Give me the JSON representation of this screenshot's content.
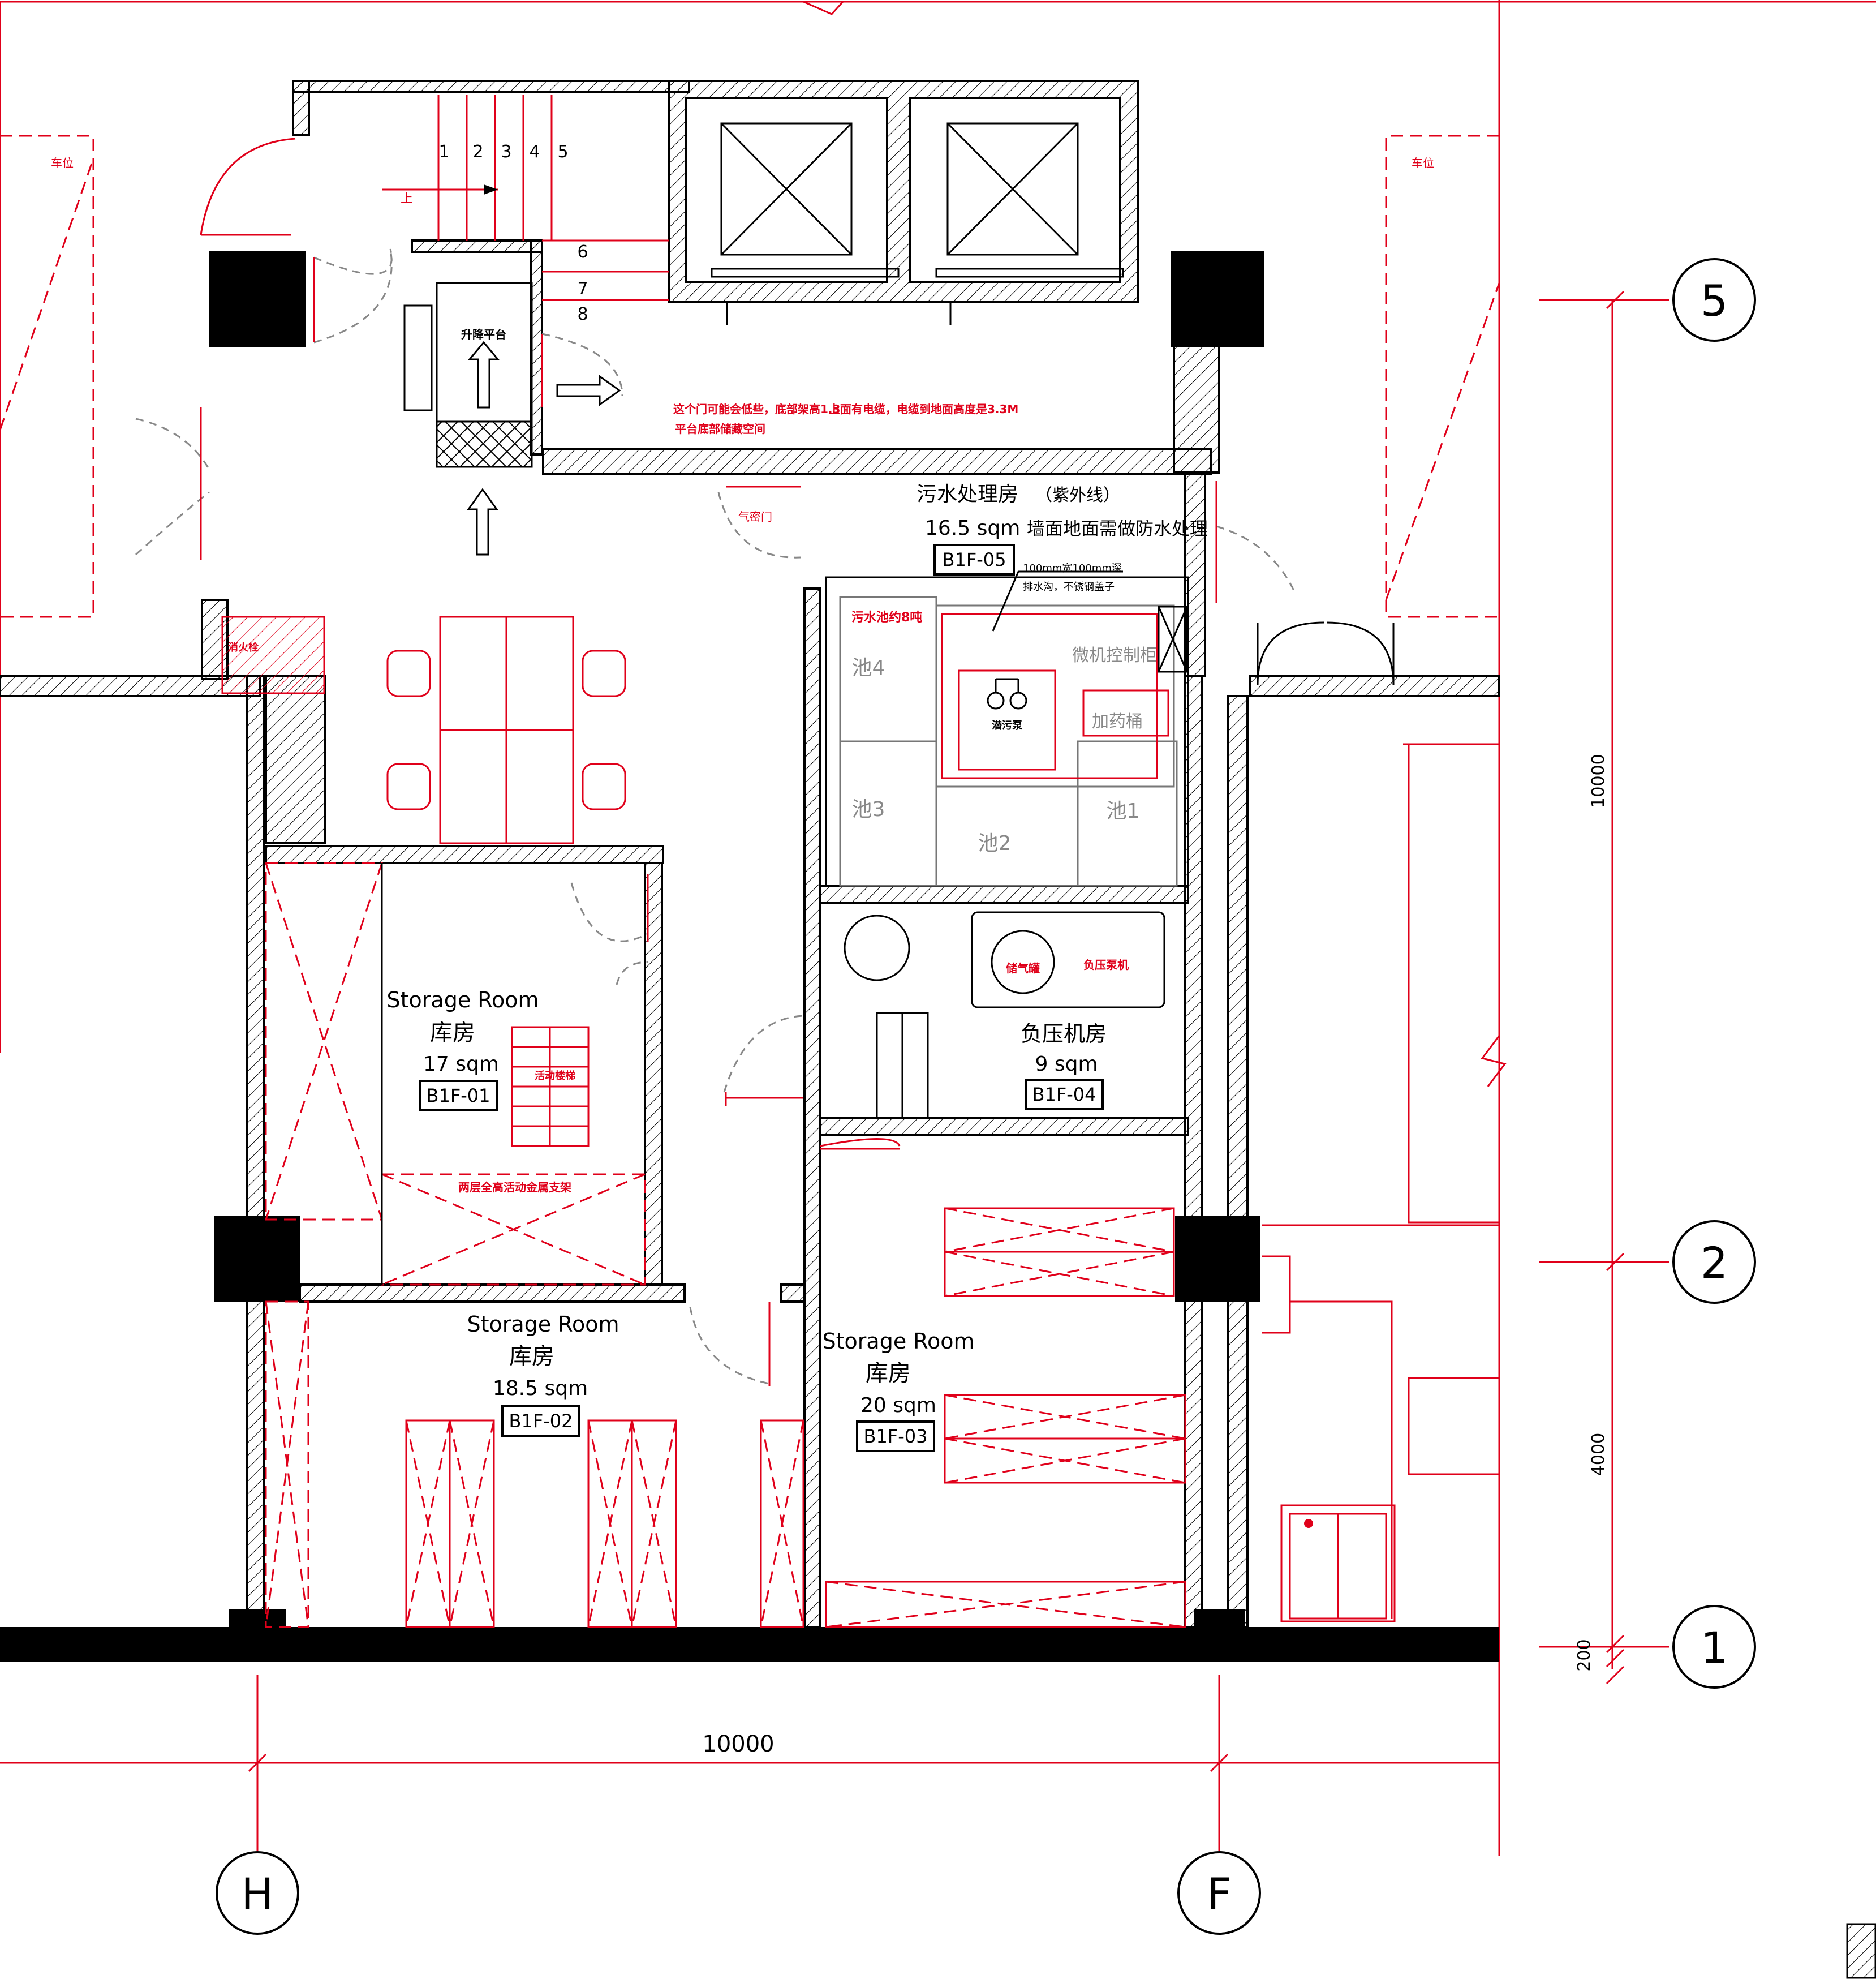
{
  "stairs": {
    "steps": [
      "1",
      "2",
      "3",
      "4",
      "5",
      "6",
      "7",
      "8"
    ],
    "up_label": "上",
    "lift_label": "升降平台"
  },
  "notes": {
    "door_note_1": "这个门可能会低些，底部架高1.3",
    "door_note_2": "上面有电缆",
    "door_note_3": "，电缆到地面高度是3.3M",
    "door_note_4": "平台底部储藏空间",
    "airtight_door": "气密门",
    "parking_left": "车位",
    "parking_right": "车位"
  },
  "sewage_room": {
    "title": "污水处理房",
    "uv": "（紫外线）",
    "area": "16.5 sqm",
    "waterproof": "墙面地面需做防水处理",
    "code": "B1F-05",
    "ditch_1": "100mm宽100mm深",
    "ditch_2": "排水沟，不锈钢盖子",
    "tank_8t": "污水池约8吨",
    "control_cabinet": "微机控制柜",
    "pump": "潜污泵",
    "dosing": "加药桶",
    "pool_1": "池1",
    "pool_2": "池2",
    "pool_3": "池3",
    "pool_4": "池4",
    "fire_box": "消火栓"
  },
  "negative_room": {
    "title": "负压机房",
    "area": "9 sqm",
    "code": "B1F-04",
    "oxygen": "储气罐",
    "machine": "负压泵机"
  },
  "room_01": {
    "name_en": "Storage Room",
    "name_cn": "库房",
    "area": "17 sqm",
    "code": "B1F-01",
    "ladder": "活动楼梯",
    "rack_note": "两层全高活动金属支架"
  },
  "room_02": {
    "name_en": "Storage Room",
    "name_cn": "库房",
    "area": "18.5 sqm",
    "code": "B1F-02"
  },
  "room_03": {
    "name_en": "Storage Room",
    "name_cn": "库房",
    "area": "20 sqm",
    "code": "B1F-03"
  },
  "dimensions": {
    "horizontal": "10000",
    "v_upper": "10000",
    "v_lower": "4000",
    "v_base": "200"
  },
  "grid": {
    "row_5": "5",
    "row_2": "2",
    "row_1": "1",
    "col_h": "H",
    "col_f": "F"
  },
  "colors": {
    "line_red": "#e0001a",
    "wall_black": "#000000",
    "equipment_gray": "#888888"
  }
}
